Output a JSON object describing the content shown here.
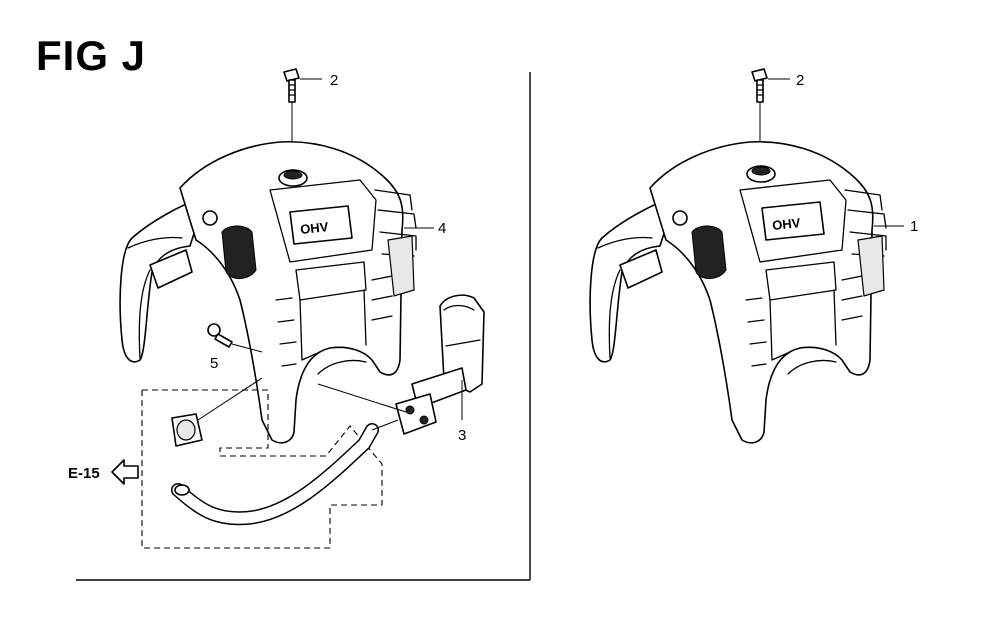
{
  "figure": {
    "title": "FIG J"
  },
  "callouts": {
    "left_bolt": "2",
    "left_cover": "4",
    "clip_screw": "5",
    "bracket": "3",
    "right_bolt": "2",
    "right_cover": "1"
  },
  "reference": {
    "label": "E-15"
  }
}
